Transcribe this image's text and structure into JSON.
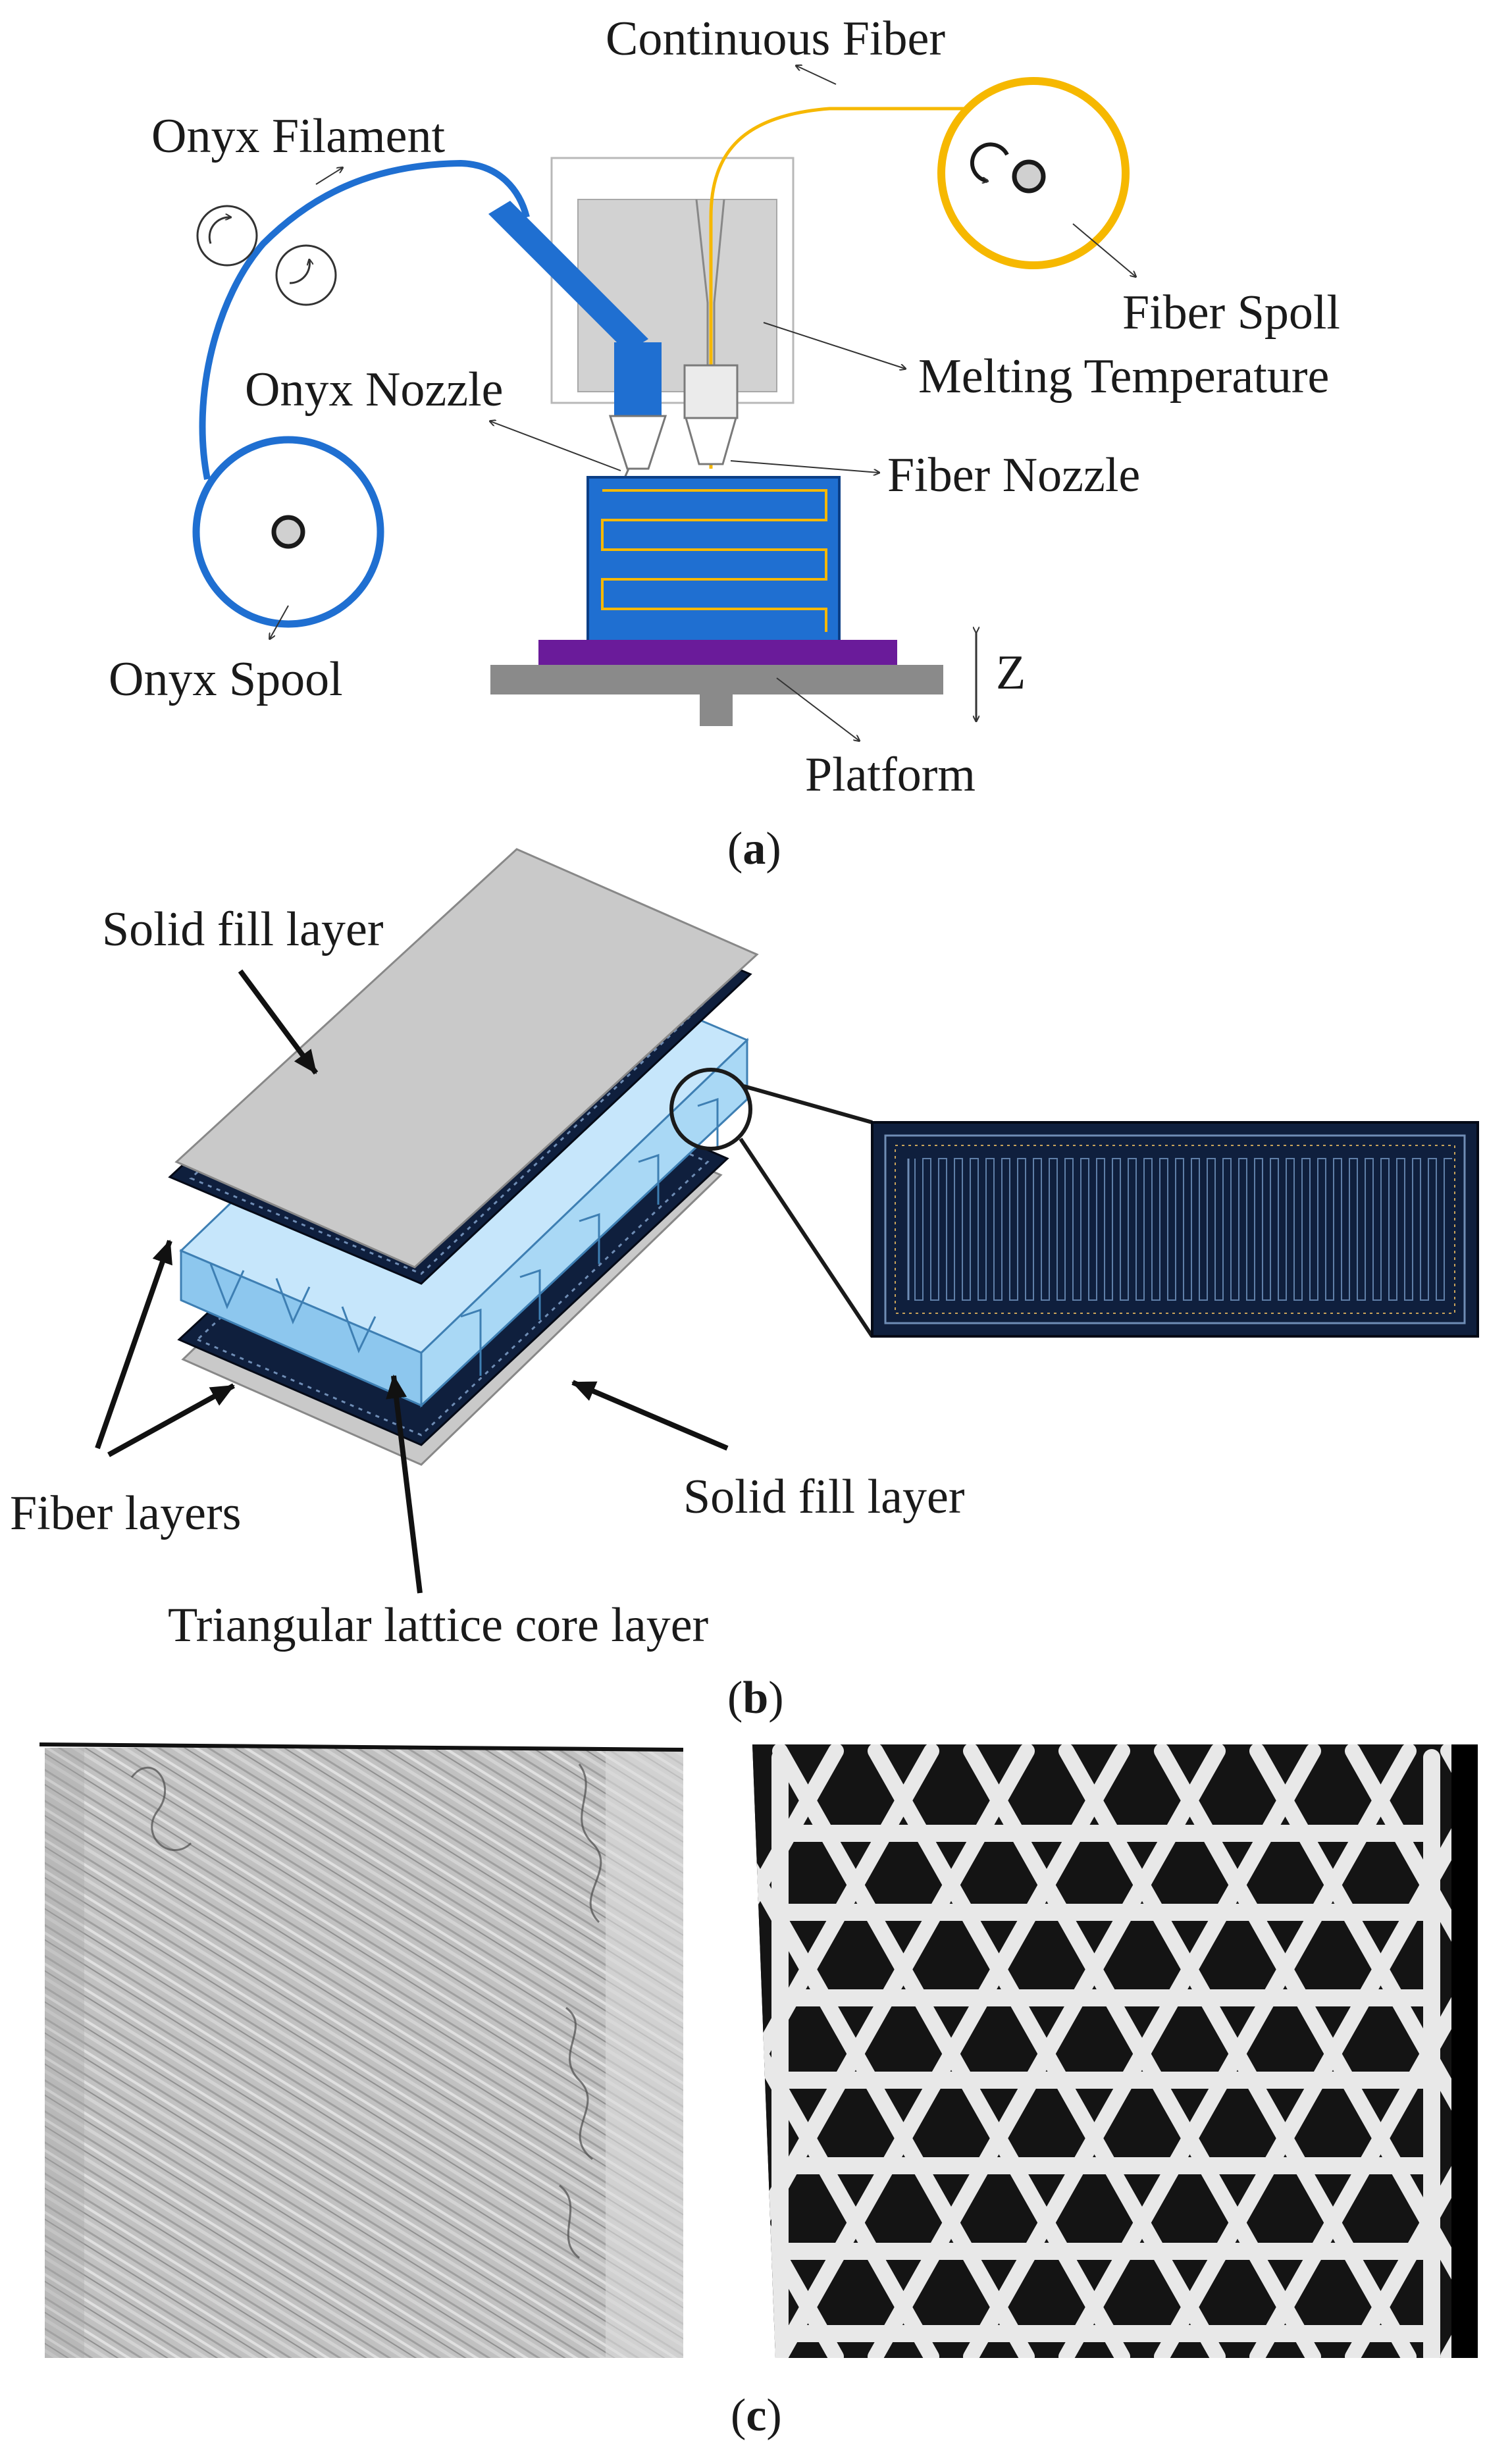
{
  "panel_a": {
    "labels": {
      "continuous_fiber": "Continuous Fiber",
      "onyx_filament": "Onyx Filament",
      "fiber_spoll": "Fiber Spoll",
      "melting_temperature": "Melting Temperature",
      "onyx_nozzle": "Onyx Nozzle",
      "fiber_nozzle": "Fiber Nozzle",
      "onyx_spool": "Onyx Spool",
      "z_axis": "Z",
      "platform": "Platform"
    },
    "caption": {
      "open": "(",
      "letter": "a",
      "close": ")"
    }
  },
  "panel_b": {
    "labels": {
      "solid_fill_top": "Solid fill layer",
      "fiber_layers": "Fiber layers",
      "solid_fill_bottom": "Solid fill layer",
      "core_layer": "Triangular lattice core layer"
    },
    "caption": {
      "open": "(",
      "letter": "b",
      "close": ")"
    }
  },
  "panel_c": {
    "caption": {
      "open": "(",
      "letter": "c",
      "close": ")"
    }
  },
  "colors": {
    "onyx_blue": "#1f6fd1",
    "fiber_gold": "#f6b800",
    "platform_purple": "#6a1b9a",
    "platform_gray": "#8a8a8a",
    "core_light_blue": "#a9d8f5",
    "fiber_layer_navy": "#0f1f3d"
  }
}
